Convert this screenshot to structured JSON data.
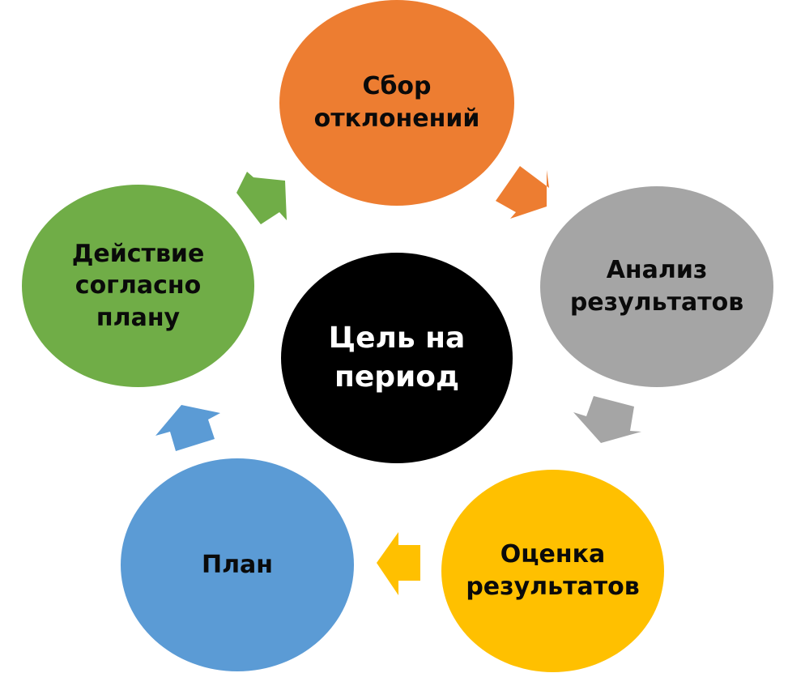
{
  "diagram": {
    "type": "cycle",
    "center": {
      "label": "Цель на\nпериод",
      "color": "#000000"
    },
    "nodes": [
      {
        "id": "collect",
        "label": "Сбор\nотклонений",
        "color": "#ED7D31"
      },
      {
        "id": "analysis",
        "label": "Анализ\nрезультатов",
        "color": "#A5A5A5"
      },
      {
        "id": "evaluation",
        "label": "Оценка\nрезультатов",
        "color": "#FFC000"
      },
      {
        "id": "plan",
        "label": "План",
        "color": "#5B9BD5"
      },
      {
        "id": "action",
        "label": "Действие\nсогласно\nплану",
        "color": "#70AD47"
      }
    ],
    "edges": [
      {
        "from": "collect",
        "to": "analysis",
        "color": "#ED7D31"
      },
      {
        "from": "analysis",
        "to": "evaluation",
        "color": "#A5A5A5"
      },
      {
        "from": "evaluation",
        "to": "plan",
        "color": "#FFC000"
      },
      {
        "from": "plan",
        "to": "action",
        "color": "#5B9BD5"
      },
      {
        "from": "action",
        "to": "collect",
        "color": "#70AD47"
      }
    ]
  }
}
